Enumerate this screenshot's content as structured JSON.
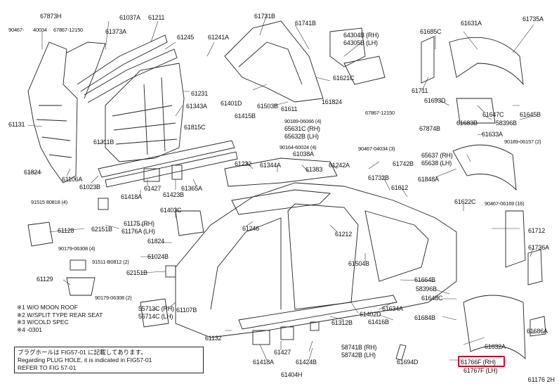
{
  "figure_number": "61176 2H",
  "part_labels": [
    "67873H",
    "90467",
    "61037A",
    "61211",
    "61731B",
    "61741B",
    "61631A",
    "61735A",
    "64304B (RH)",
    "64305B (LH)",
    "61685C",
    "61373A",
    "61245",
    "61241A",
    "61621C",
    "61711",
    "61693D",
    "61231",
    "61503B",
    "161824",
    "61401D",
    "61611",
    "61647C",
    "61645B",
    "61343A",
    "61131",
    "61683B",
    "58396B",
    "61633A",
    "61311B",
    "61824",
    "61106A",
    "61023B",
    "61232",
    "61344A",
    "61038A",
    "61383",
    "61242A",
    "61742B",
    "61732B",
    "61612",
    "61848A",
    "65637 (RH)",
    "65638 (LH)",
    "61427",
    "61423B",
    "61365A",
    "61418A",
    "61403C",
    "61175 (RH)",
    "61176A (LH)",
    "61246",
    "61212",
    "61128",
    "62151B",
    "61622C",
    "61712",
    "61824",
    "61024B",
    "61736A",
    "61504B",
    "62151B",
    "61129",
    "61107B",
    "61664B",
    "58396B",
    "61648C",
    "61634A",
    "61402D",
    "61312B",
    "61416B",
    "55713C (RH)",
    "55714C (LH)",
    "61684B",
    "61686A",
    "61132",
    "61427",
    "61424B",
    "61632A",
    "61418A",
    "61404H",
    "61694D",
    "58741B (RH)",
    "58742B (LH)",
    "61766F (RH)",
    "61767F (LH)",
    "61815C",
    "61415B",
    "65631C (RH)",
    "65632B (LH)",
    "67874B"
  ],
  "fastener_labels": [
    "90467-",
    "40034",
    "67867-12150",
    "90189-06066 (4)",
    "67867-12150",
    "90164-60024 (4)",
    "90467-04034 (3)",
    "90189-06157 (2)",
    "90467-06169 (16)",
    "91515 80818 (4)",
    "90179-06308 (4)",
    "91511-B0812 (2)",
    "90179-06308 (2)"
  ],
  "notes": [
    "※1 W/O MOON ROOF",
    "※2 W/SPLIT TYPE REAR SEAT",
    "※3 W/COLD SPEC",
    "※4 -0301"
  ],
  "remark": {
    "line1": "プラグホールは FIG57-01 に記載してあります。",
    "line2": "Regarding PLUG HOLE, it is indicated in FIG57-01",
    "line3": "REFER TO FIG 57-01"
  },
  "highlight_color": "#c8102e"
}
